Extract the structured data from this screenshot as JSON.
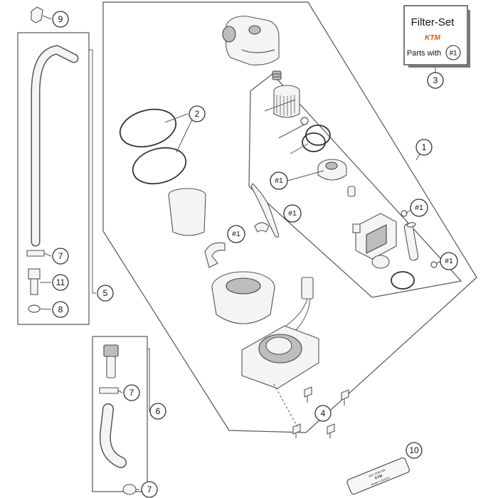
{
  "filter_set_box": {
    "title": "Filter-Set",
    "brand": "KTM",
    "parts_with_label": "Parts with",
    "parts_with_ref": "#1"
  },
  "callouts": {
    "c1": "1",
    "c2": "2",
    "c3": "3",
    "c4": "4",
    "c5": "5",
    "c6": "6",
    "c7a": "7",
    "c7b": "7",
    "c7c": "7",
    "c8": "8",
    "c9": "9",
    "c10": "10",
    "c11": "11",
    "h1a": "#1",
    "h1b": "#1",
    "h1c": "#1",
    "h1d": "#1",
    "h1e": "#1"
  },
  "label_plate": {
    "line1": "60X Z038 096",
    "line2": "KTM",
    "line3": "Made in Austria"
  }
}
